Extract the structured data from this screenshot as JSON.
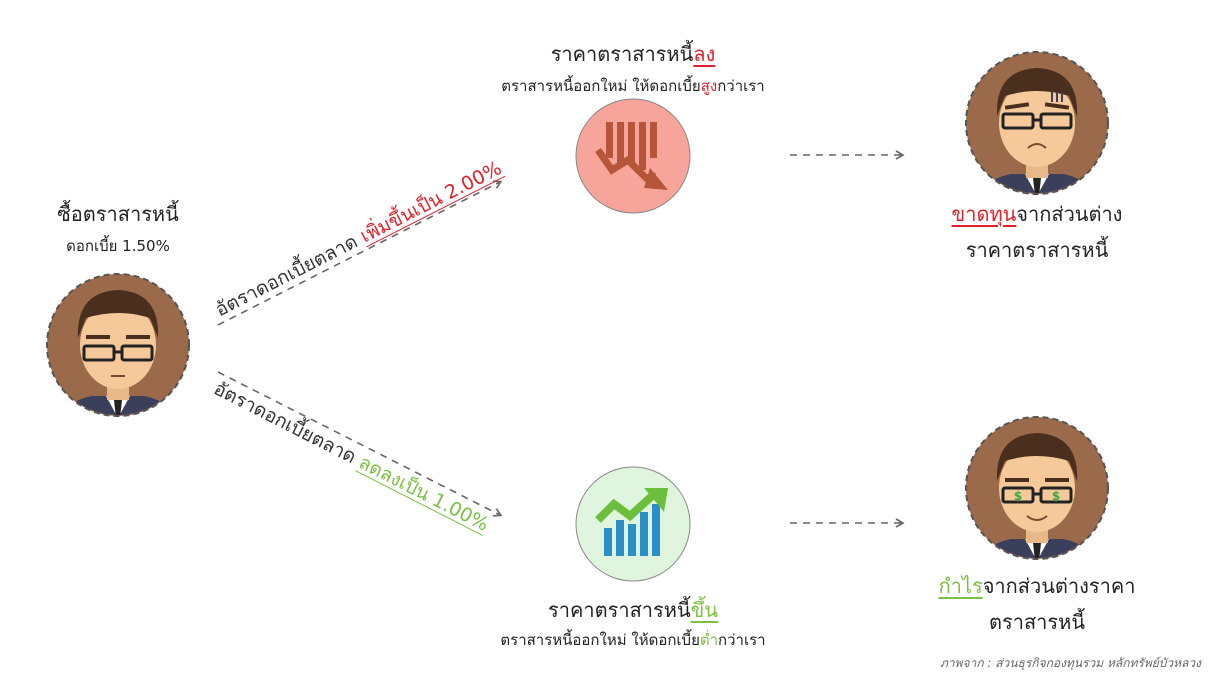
{
  "left": {
    "title": "ซื้อตราสารหนี้",
    "rate": "ดอกเบี้ย 1.50%"
  },
  "arrow_up": {
    "prefix": "อัตราดอกเบี้ยตลาด ",
    "highlight": "เพิ่มขึ้นเป็น 2.00%"
  },
  "arrow_down": {
    "prefix": "อัตราดอกเบี้ยตลาด ",
    "highlight": "ลดลงเป็น 1.00%"
  },
  "top_center": {
    "title_prefix": "ราคาตราสารหนี้",
    "title_highlight": "ลง",
    "sub_prefix": "ตราสารหนี้ออกใหม่ ให้ดอกเบี้ย",
    "sub_highlight": "สูง",
    "sub_suffix": "กว่าเรา"
  },
  "bottom_center": {
    "title_prefix": "ราคาตราสารหนี้",
    "title_highlight": "ขึ้น",
    "sub_prefix": "ตราสารหนี้ออกใหม่ ให้ดอกเบี้ย",
    "sub_highlight": "ต่ำ",
    "sub_suffix": "กว่าเรา"
  },
  "top_right": {
    "line1_highlight": "ขาดทุน",
    "line1_suffix": "จากส่วนต่าง",
    "line2": "ราคาตราสารหนี้"
  },
  "bottom_right": {
    "line1_highlight": "กำไร",
    "line1_suffix": "จากส่วนต่างราคา",
    "line2": "ตราสารหนี้"
  },
  "credit": "ภาพจาก : ส่วนธุรกิจกองทุนรวม หลักทรัพย์บัวหลวง",
  "colors": {
    "loss_red": "#e0202a",
    "gain_green": "#7cc142",
    "avatar_bg": "#9a6a4a",
    "skin": "#f5c99a",
    "suit": "#3a3f5c",
    "down_circle": "#f7a59a",
    "up_circle": "#dff5dd",
    "down_icon": "#b5553a",
    "up_bars": "#2a8fc9",
    "up_arrow": "#6cbf3c"
  },
  "icons": {
    "down_chart": "falling-chart-icon",
    "up_chart": "rising-chart-icon"
  }
}
